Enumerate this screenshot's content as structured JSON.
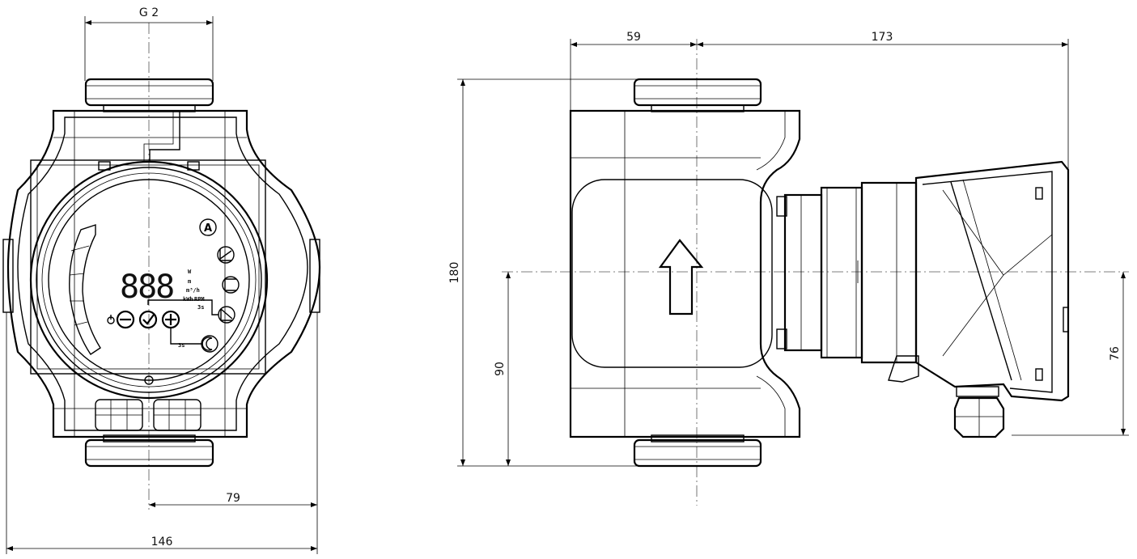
{
  "front_view": {
    "dims": {
      "top_width": "G 2",
      "right_half": "79",
      "total_width": "146"
    },
    "display": {
      "digits": "888",
      "unit_labels": [
        "W",
        "m",
        "m³/h",
        "kWh"
      ],
      "rpm_label": "RPM",
      "timer_3s_a": "3s",
      "timer_3s_b": "3s",
      "mode_a": "A"
    }
  },
  "side_view": {
    "dims": {
      "left_offset": "59",
      "right_offset": "173",
      "height_total": "180",
      "height_lower": "90",
      "right_height": "76"
    }
  }
}
